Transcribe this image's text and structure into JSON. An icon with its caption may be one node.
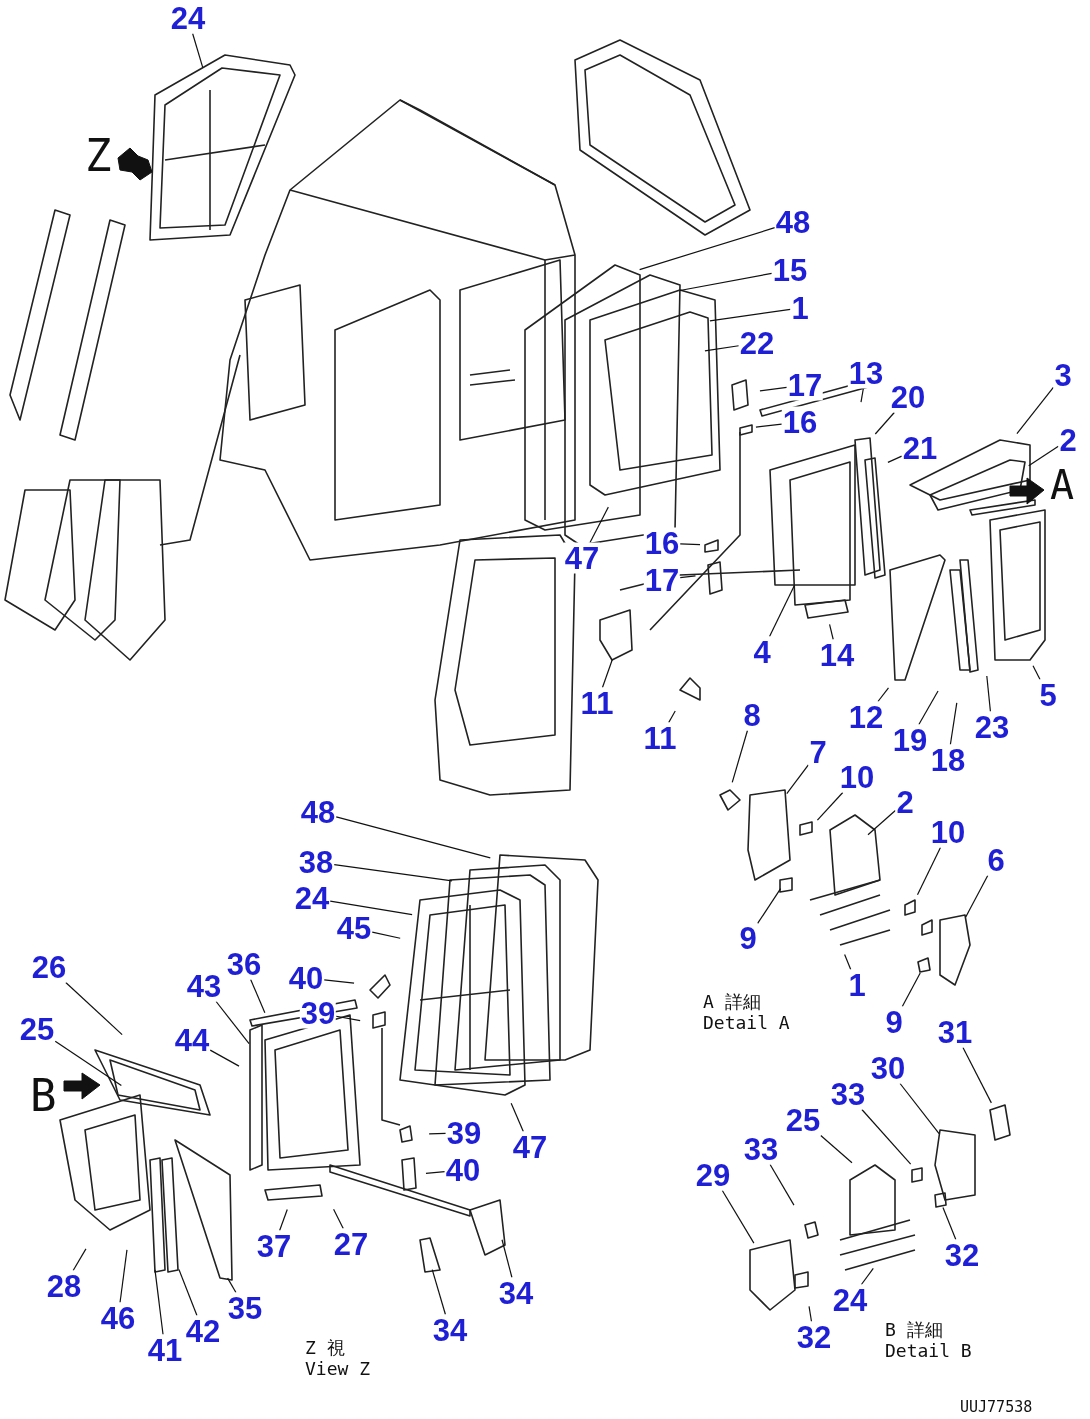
{
  "diagram": {
    "nodes": [
      {
        "text": [
          "24"
        ]
      },
      {
        "text": [
          "48"
        ]
      },
      {
        "text": [
          "15"
        ]
      },
      {
        "text": [
          "1"
        ]
      },
      {
        "text": [
          "22"
        ]
      },
      {
        "text": [
          "17"
        ]
      },
      {
        "text": [
          "16"
        ]
      },
      {
        "text": [
          "13"
        ]
      },
      {
        "text": [
          "20"
        ]
      },
      {
        "text": [
          "21"
        ]
      },
      {
        "text": [
          "3"
        ]
      },
      {
        "text": [
          "2"
        ]
      },
      {
        "text": [
          "47"
        ]
      },
      {
        "text": [
          "16"
        ]
      },
      {
        "text": [
          "17"
        ]
      },
      {
        "text": [
          "4"
        ]
      },
      {
        "text": [
          "14"
        ]
      },
      {
        "text": [
          "11"
        ]
      },
      {
        "text": [
          "11"
        ]
      },
      {
        "text": [
          "12"
        ]
      },
      {
        "text": [
          "19"
        ]
      },
      {
        "text": [
          "18"
        ]
      },
      {
        "text": [
          "23"
        ]
      },
      {
        "text": [
          "5"
        ]
      },
      {
        "text": [
          "8"
        ]
      },
      {
        "text": [
          "7"
        ]
      },
      {
        "text": [
          "10"
        ]
      },
      {
        "text": [
          "2"
        ]
      },
      {
        "text": [
          "10"
        ]
      },
      {
        "text": [
          "6"
        ]
      },
      {
        "text": [
          "9"
        ]
      },
      {
        "text": [
          "1"
        ]
      },
      {
        "text": [
          "9"
        ]
      },
      {
        "text": [
          "31"
        ]
      },
      {
        "text": [
          "30"
        ]
      },
      {
        "text": [
          "33"
        ]
      },
      {
        "text": [
          "25"
        ]
      },
      {
        "text": [
          "33"
        ]
      },
      {
        "text": [
          "29"
        ]
      },
      {
        "text": [
          "32"
        ]
      },
      {
        "text": [
          "24"
        ]
      },
      {
        "text": [
          "32"
        ]
      },
      {
        "text": [
          "48"
        ]
      },
      {
        "text": [
          "38"
        ]
      },
      {
        "text": [
          "24"
        ]
      },
      {
        "text": [
          "45"
        ]
      },
      {
        "text": [
          "40"
        ]
      },
      {
        "text": [
          "39"
        ]
      },
      {
        "text": [
          "36"
        ]
      },
      {
        "text": [
          "43"
        ]
      },
      {
        "text": [
          "44"
        ]
      },
      {
        "text": [
          "26"
        ]
      },
      {
        "text": [
          "25"
        ]
      },
      {
        "text": [
          "39"
        ]
      },
      {
        "text": [
          "40"
        ]
      },
      {
        "text": [
          "47"
        ]
      },
      {
        "text": [
          "37"
        ]
      },
      {
        "text": [
          "27"
        ]
      },
      {
        "text": [
          "28"
        ]
      },
      {
        "text": [
          "46"
        ]
      },
      {
        "text": [
          "41"
        ]
      },
      {
        "text": [
          "42"
        ]
      },
      {
        "text": [
          "35"
        ]
      },
      {
        "text": [
          "34"
        ]
      },
      {
        "text": [
          "34"
        ]
      }
    ],
    "edges": [
      {
        "from": 0,
        "to": null,
        "arrow": "none"
      },
      {
        "from": 1,
        "to": null,
        "arrow": "none"
      },
      {
        "from": 2,
        "to": null,
        "arrow": "none"
      },
      {
        "from": 3,
        "to": null,
        "arrow": "none"
      },
      {
        "from": 4,
        "to": null,
        "arrow": "none"
      },
      {
        "from": 5,
        "to": null,
        "arrow": "none"
      },
      {
        "from": 6,
        "to": null,
        "arrow": "none"
      },
      {
        "from": 7,
        "to": null,
        "arrow": "none"
      },
      {
        "from": 8,
        "to": null,
        "arrow": "none"
      },
      {
        "from": 9,
        "to": null,
        "arrow": "none"
      },
      {
        "from": 10,
        "to": null,
        "arrow": "none"
      },
      {
        "from": 11,
        "to": null,
        "arrow": "none"
      },
      {
        "from": 12,
        "to": null,
        "arrow": "none"
      },
      {
        "from": 13,
        "to": null,
        "arrow": "none"
      },
      {
        "from": 14,
        "to": null,
        "arrow": "none"
      },
      {
        "from": 15,
        "to": null,
        "arrow": "none"
      },
      {
        "from": 16,
        "to": null,
        "arrow": "none"
      },
      {
        "from": 17,
        "to": null,
        "arrow": "none"
      },
      {
        "from": 18,
        "to": null,
        "arrow": "none"
      },
      {
        "from": 19,
        "to": null,
        "arrow": "none"
      },
      {
        "from": 20,
        "to": null,
        "arrow": "none"
      },
      {
        "from": 21,
        "to": null,
        "arrow": "none"
      },
      {
        "from": 22,
        "to": null,
        "arrow": "none"
      },
      {
        "from": 23,
        "to": null,
        "arrow": "none"
      },
      {
        "from": 24,
        "to": null,
        "arrow": "none"
      },
      {
        "from": 25,
        "to": null,
        "arrow": "none"
      },
      {
        "from": 26,
        "to": null,
        "arrow": "none"
      },
      {
        "from": 27,
        "to": null,
        "arrow": "none"
      },
      {
        "from": 28,
        "to": null,
        "arrow": "none"
      },
      {
        "from": 29,
        "to": null,
        "arrow": "none"
      },
      {
        "from": 30,
        "to": null,
        "arrow": "none"
      },
      {
        "from": 31,
        "to": null,
        "arrow": "none"
      },
      {
        "from": 32,
        "to": null,
        "arrow": "none"
      },
      {
        "from": 33,
        "to": null,
        "arrow": "none"
      },
      {
        "from": 34,
        "to": null,
        "arrow": "none"
      },
      {
        "from": 35,
        "to": null,
        "arrow": "none"
      },
      {
        "from": 36,
        "to": null,
        "arrow": "none"
      },
      {
        "from": 37,
        "to": null,
        "arrow": "none"
      },
      {
        "from": 38,
        "to": null,
        "arrow": "none"
      },
      {
        "from": 39,
        "to": null,
        "arrow": "none"
      },
      {
        "from": 40,
        "to": null,
        "arrow": "none"
      },
      {
        "from": 41,
        "to": null,
        "arrow": "none"
      },
      {
        "from": 42,
        "to": null,
        "arrow": "none"
      },
      {
        "from": 43,
        "to": null,
        "arrow": "none"
      },
      {
        "from": 44,
        "to": null,
        "arrow": "none"
      },
      {
        "from": 45,
        "to": null,
        "arrow": "none"
      },
      {
        "from": 46,
        "to": null,
        "arrow": "none"
      },
      {
        "from": 47,
        "to": null,
        "arrow": "none"
      },
      {
        "from": 48,
        "to": null,
        "arrow": "none"
      },
      {
        "from": 49,
        "to": null,
        "arrow": "none"
      },
      {
        "from": 50,
        "to": null,
        "arrow": "none"
      },
      {
        "from": 51,
        "to": null,
        "arrow": "none"
      },
      {
        "from": 52,
        "to": null,
        "arrow": "none"
      },
      {
        "from": 53,
        "to": null,
        "arrow": "none"
      },
      {
        "from": 54,
        "to": null,
        "arrow": "none"
      },
      {
        "from": 55,
        "to": null,
        "arrow": "none"
      },
      {
        "from": 56,
        "to": null,
        "arrow": "none"
      },
      {
        "from": 57,
        "to": null,
        "arrow": "none"
      },
      {
        "from": 58,
        "to": null,
        "arrow": "none"
      },
      {
        "from": 59,
        "to": null,
        "arrow": "none"
      },
      {
        "from": 60,
        "to": null,
        "arrow": "none"
      },
      {
        "from": 61,
        "to": null,
        "arrow": "none"
      },
      {
        "from": 62,
        "to": null,
        "arrow": "none"
      },
      {
        "from": 63,
        "to": null,
        "arrow": "none"
      },
      {
        "from": 64,
        "to": null,
        "arrow": "none"
      }
    ],
    "labels": [
      "Z",
      "A",
      "B",
      "A 詳細",
      "Detail A",
      "Z 視",
      "View Z",
      "B 詳細",
      "Detail B",
      "UUJ77538"
    ]
  }
}
